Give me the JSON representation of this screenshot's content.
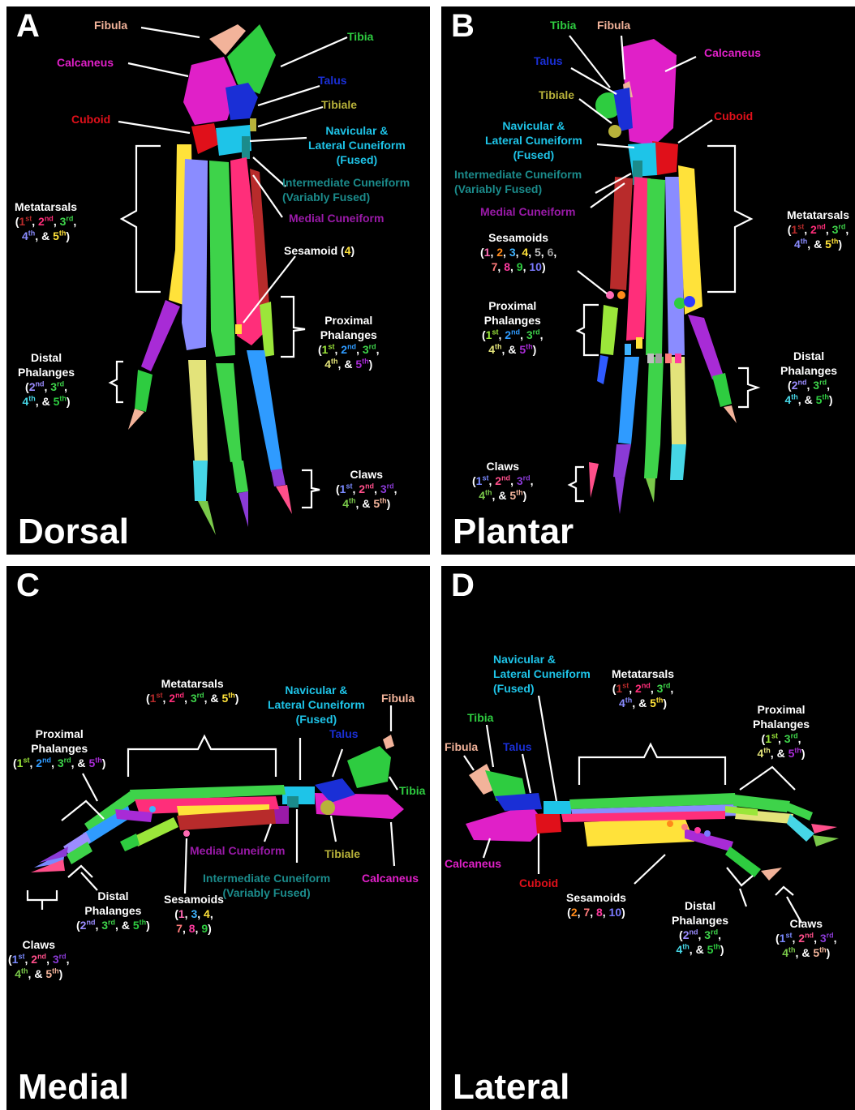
{
  "panels": {
    "A": {
      "letter": "A",
      "view": "Dorsal"
    },
    "B": {
      "letter": "B",
      "view": "Plantar"
    },
    "C": {
      "letter": "C",
      "view": "Medial"
    },
    "D": {
      "letter": "D",
      "view": "Lateral"
    }
  },
  "labels": {
    "fibula": "Fibula",
    "tibia": "Tibia",
    "calcaneus": "Calcaneus",
    "talus": "Talus",
    "tibiale": "Tibiale",
    "cuboid": "Cuboid",
    "navicular_1": "Navicular &",
    "navicular_2": "Lateral Cuneiform",
    "fused": "(Fused)",
    "intermediate_1": "Intermediate Cuneiform",
    "intermediate_2": "(Variably Fused)",
    "medial_cuneiform": "Medial Cuneiform",
    "metatarsals": "Metatarsals",
    "sesamoid_single": "Sesamoid (",
    "sesamoid_4": "4",
    "sesamoids": "Sesamoids",
    "proximal": "Proximal",
    "distal": "Distal",
    "phalanges": "Phalanges",
    "claws": "Claws"
  },
  "ordinals": {
    "n1": "1",
    "n2": "2",
    "n3": "3",
    "n4": "4",
    "n5": "5",
    "st": "st",
    "nd": "nd",
    "rd": "rd",
    "th": "th",
    "amp": "&"
  },
  "sesamoid_numbers": {
    "s1": "1",
    "s2": "2",
    "s3": "3",
    "s4": "4",
    "s5": "5",
    "s6": "6",
    "s7": "7",
    "s8": "8",
    "s9": "9",
    "s10": "10"
  },
  "colors": {
    "fibula": "#f2b39a",
    "tibia": "#2ecc40",
    "calcaneus": "#e020c8",
    "talus": "#1a2fd6",
    "tibiale": "#b8b23a",
    "cuboid": "#e0101a",
    "navicular": "#1ec4e8",
    "intermediate": "#1b8b8b",
    "medial_cuneiform": "#9a1aa8",
    "mt1": "#b82b2b",
    "mt2": "#ff2e7a",
    "mt3": "#3ed34a",
    "mt4": "#8a8cff",
    "mt5": "#ffe23a"
  }
}
